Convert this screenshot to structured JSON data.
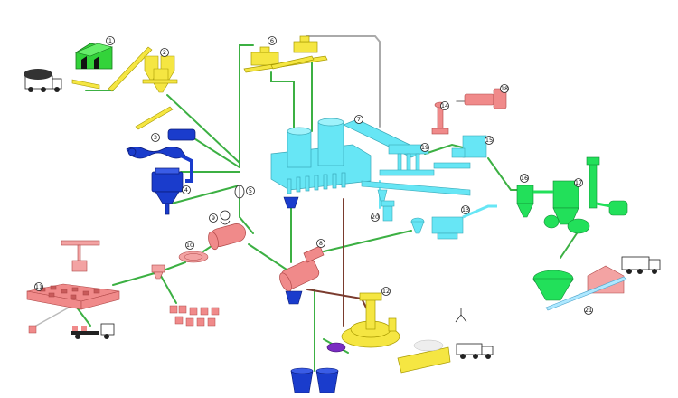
{
  "labels": {
    "n1": "1",
    "n2": "2",
    "n3": "3",
    "n4": "4",
    "n5": "5",
    "n6": "6",
    "n7": "7",
    "n8": "8",
    "n9": "9",
    "n10": "10",
    "n11": "11",
    "n12": "12",
    "n13": "13",
    "n14": "14",
    "n15": "15",
    "n16": "16",
    "n17": "17",
    "n18": "18",
    "n19": "19",
    "n20": "20",
    "n21": "21"
  },
  "colors": {
    "green_flow": "#3cb043",
    "yellow": "#f5e642",
    "blue": "#1a3ccc",
    "cyan": "#67e6f5",
    "salmon": "#f08a8a",
    "pink": "#f3a3a3",
    "bright_green": "#22e05a",
    "brown": "#7a3b2e",
    "grey_line": "#aaaaaa"
  }
}
